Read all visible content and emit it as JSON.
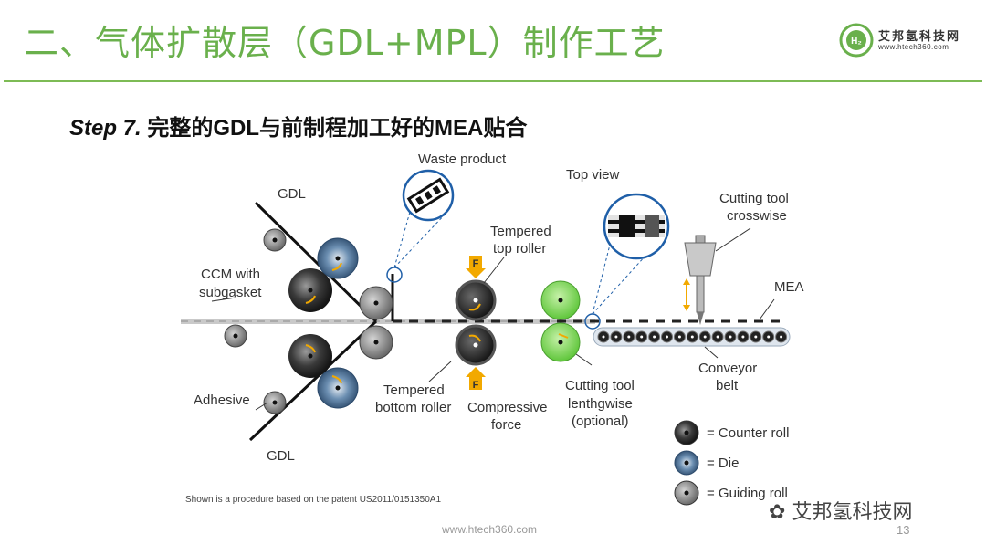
{
  "slide": {
    "title": "二、气体扩散层（GDL+MPL）制作工艺",
    "step_prefix": "Step 7.",
    "step_text": " 完整的GDL与前制程加工好的MEA贴合",
    "logo_name": "艾邦氢科技网",
    "logo_url": "www.htech360.com",
    "caption": "Shown is a procedure based on the patent US2011/0151350A1",
    "footer": "www.htech360.com",
    "page_number": "13",
    "watermark": "艾邦氢科技网"
  },
  "diagram": {
    "labels": {
      "gdl_top": "GDL",
      "waste_product": "Waste product",
      "top_view": "Top view",
      "cutting_crosswise_1": "Cutting tool",
      "cutting_crosswise_2": "crosswise",
      "tempered_top_1": "Tempered",
      "tempered_top_2": "top roller",
      "ccm_1": "CCM with",
      "ccm_2": "subgasket",
      "mea": "MEA",
      "tempered_bottom_1": "Tempered",
      "tempered_bottom_2": "bottom roller",
      "compressive_1": "Compressive",
      "compressive_2": "force",
      "cutting_lengthwise_1": "Cutting tool",
      "cutting_lengthwise_2": "lenthgwise",
      "cutting_lengthwise_3": "(optional)",
      "conveyor_1": "Conveyor",
      "conveyor_2": "belt",
      "adhesive": "Adhesive",
      "gdl_bottom": "GDL",
      "force_letter": "F"
    },
    "legend": [
      {
        "icon": "counter-roll-icon",
        "text": "= Counter roll"
      },
      {
        "icon": "die-icon",
        "text": "= Die"
      },
      {
        "icon": "guiding-roll-icon",
        "text": "= Guiding roll"
      }
    ],
    "colors": {
      "green_title": "#6ab04c",
      "green_roller": "#7ed957",
      "die_blue": "#5b7fa3",
      "force_arrow": "#f2a900",
      "callout_blue": "#1f5fa8"
    }
  }
}
